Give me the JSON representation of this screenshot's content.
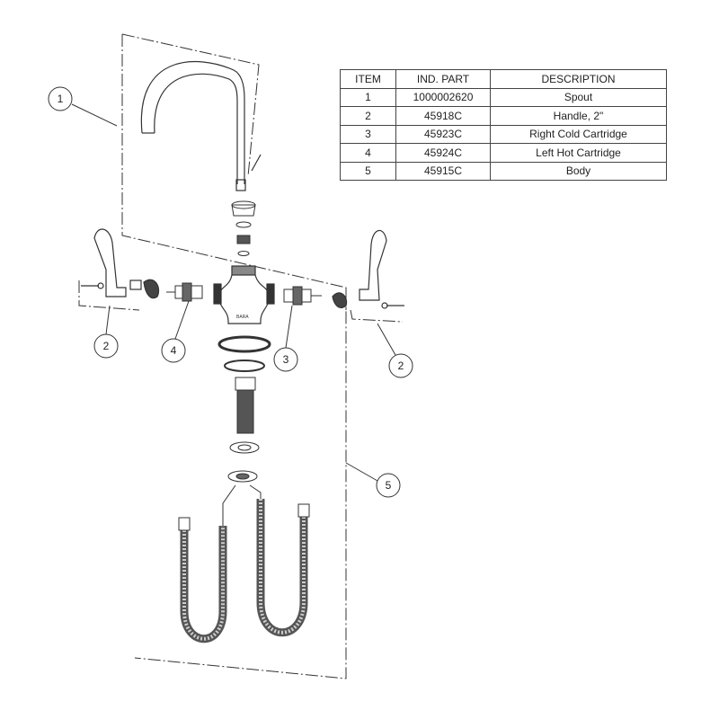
{
  "parts_table": {
    "headers": [
      "ITEM",
      "IND. PART",
      "DESCRIPTION"
    ],
    "rows": [
      {
        "item": "1",
        "part": "1000002620",
        "description": "Spout"
      },
      {
        "item": "2",
        "part": "45918C",
        "description": "Handle, 2\""
      },
      {
        "item": "3",
        "part": "45923C",
        "description": "Right Cold Cartridge"
      },
      {
        "item": "4",
        "part": "45924C",
        "description": "Left Hot Cartridge"
      },
      {
        "item": "5",
        "part": "45915C",
        "description": "Body"
      }
    ]
  },
  "callouts": [
    "1",
    "2",
    "4",
    "3",
    "2",
    "5"
  ]
}
